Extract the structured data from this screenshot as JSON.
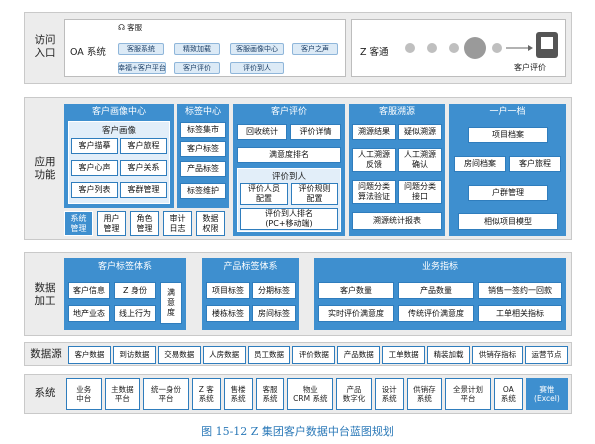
{
  "rows": {
    "access": "访问\n入口",
    "app": "应用\n功能",
    "data": "数据\n加工",
    "source": "数据源",
    "system": "系统"
  },
  "access": {
    "oa_label": "OA 系统",
    "kefu_label": "客服",
    "pills": [
      "客服系统",
      "精致加载",
      "客服画像中心",
      "客户之声",
      "幸福+客户平台",
      "客户评价",
      "评价到人"
    ],
    "z_label": "Z 客通",
    "eval_label": "客户评价"
  },
  "app": {
    "portrait_center": {
      "title": "客户画像中心",
      "inner_title": "客户画像",
      "cells": [
        "客户描摹",
        "客户旅程",
        "客户心声",
        "客户关系",
        "客户列表",
        "客群管理"
      ]
    },
    "tag_center": {
      "title": "标签中心",
      "cells": [
        "标签集市",
        "客户标签",
        "产品标签",
        "标签维护"
      ]
    },
    "eval": {
      "title": "客户评价",
      "cells": [
        "回收统计",
        "评价详情",
        "满意度排名"
      ],
      "sub_title": "评价到人",
      "sub_cells": [
        "评价人员\n配置",
        "评价规则\n配置",
        "评价到人排名\n(PC+移动端)"
      ]
    },
    "trace": {
      "title": "客服溯源",
      "cells": [
        "溯源结果",
        "疑似溯源",
        "人工溯源\n反馈",
        "人工溯源\n确认",
        "问题分类\n算法验证",
        "问题分类\n接口",
        "溯源统计报表"
      ]
    },
    "onefile": {
      "title": "一户一档",
      "cells": [
        "项目档案",
        "房间档案",
        "客户旅程",
        "户群管理",
        "相似项目模型"
      ]
    },
    "bottom_buttons": [
      "系统\n管理",
      "用户\n管理",
      "角色\n管理",
      "审计\n日志",
      "数据\n权限"
    ]
  },
  "data": {
    "cust_tags": {
      "title": "客户标签体系",
      "cells": [
        "客户信息",
        "Z 身份",
        "满\n意\n度",
        "地产业态",
        "线上行为"
      ]
    },
    "prod_tags": {
      "title": "产品标签体系",
      "cells": [
        "项目标签",
        "分期标签",
        "楼栋标签",
        "房间标签"
      ]
    },
    "biz": {
      "title": "业务指标",
      "cells": [
        "客户数量",
        "产品数量",
        "销售一签约一回款",
        "实时评价满意度",
        "传统评价满意度",
        "工单相关指标"
      ]
    }
  },
  "source": [
    "客户数据",
    "到访数据",
    "交易数据",
    "人房数据",
    "员工数据",
    "评价数据",
    "产品数据",
    "工单数据",
    "精装加载",
    "供销存指标",
    "运营节点"
  ],
  "systems": [
    "业务\n中台",
    "主数据\n平台",
    "统一身份\n平台",
    "Z 客\n系统",
    "售楼\n系统",
    "客服\n系统",
    "物业\nCRM 系统",
    "产品\n数字化",
    "设计\n系统",
    "供销存\n系统",
    "全景计划\n平台",
    "OA\n系统",
    "赛惟\n(Excel)"
  ],
  "caption": "图 15-12   Z 集团客户数据中台蓝图规划"
}
